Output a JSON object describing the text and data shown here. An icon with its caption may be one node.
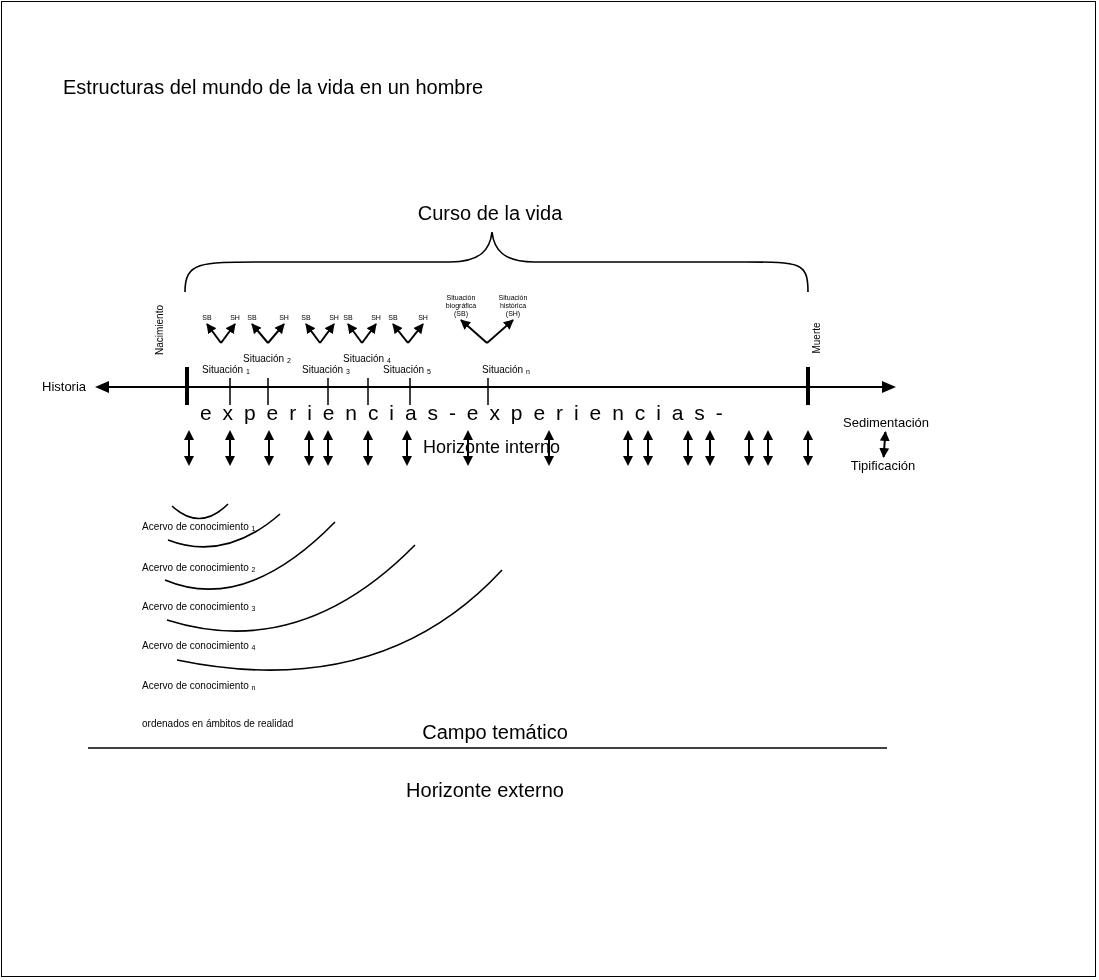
{
  "diagram": {
    "title": "Estructuras del mundo de la vida en un hombre",
    "nodes": [
      {
        "text": [
          "SB"
        ]
      },
      {
        "text": [
          "SH"
        ]
      },
      {
        "text": [
          "SB"
        ]
      },
      {
        "text": [
          "SH"
        ]
      },
      {
        "text": [
          "SB"
        ]
      },
      {
        "text": [
          "SH"
        ]
      },
      {
        "text": [
          "SB"
        ]
      },
      {
        "text": [
          "SH"
        ]
      },
      {
        "text": [
          "SB"
        ]
      },
      {
        "text": [
          "SH"
        ]
      },
      {
        "text": [
          "Situación biográfica (SB)"
        ]
      },
      {
        "text": [
          "Situación histórica (SH)"
        ]
      },
      {
        "text": [
          "Sedimentación"
        ]
      },
      {
        "text": [
          "Tipificación"
        ]
      }
    ],
    "edges": [
      {
        "from": null,
        "to": 0,
        "arrow": "to"
      },
      {
        "from": null,
        "to": 1,
        "arrow": "to"
      },
      {
        "from": null,
        "to": 2,
        "arrow": "to"
      },
      {
        "from": null,
        "to": 3,
        "arrow": "to"
      },
      {
        "from": null,
        "to": 4,
        "arrow": "to"
      },
      {
        "from": null,
        "to": 5,
        "arrow": "to"
      },
      {
        "from": null,
        "to": 6,
        "arrow": "to"
      },
      {
        "from": null,
        "to": 7,
        "arrow": "to"
      },
      {
        "from": null,
        "to": 8,
        "arrow": "to"
      },
      {
        "from": null,
        "to": 9,
        "arrow": "to"
      },
      {
        "from": null,
        "to": 10,
        "arrow": "to"
      },
      {
        "from": null,
        "to": 11,
        "arrow": "to"
      },
      {
        "from": 12,
        "to": 13,
        "arrow": "both"
      }
    ],
    "labels": [
      "Curso de la vida",
      "Nacimiento",
      "Situación $_{2}$",
      "Situación $_{4}$",
      "Muerte",
      "Historia",
      "Situación $_{1}$",
      "Situación $_{3}$",
      "Situación $_{5}$",
      "Situación $_{n}$",
      "experiencias-experiencias-",
      "Horizonte interno",
      "Acervo de conocimiento $_{1}$",
      "Acervo de conocimiento $_{2}$",
      "Acervo de conocimiento $_{3}$",
      "Acervo de conocimiento $_{4}$",
      "Acervo de conocimiento $_{n}$",
      "ordenados en ámbitos de realidad",
      "Campo temático",
      "Horizonte externo"
    ]
  }
}
